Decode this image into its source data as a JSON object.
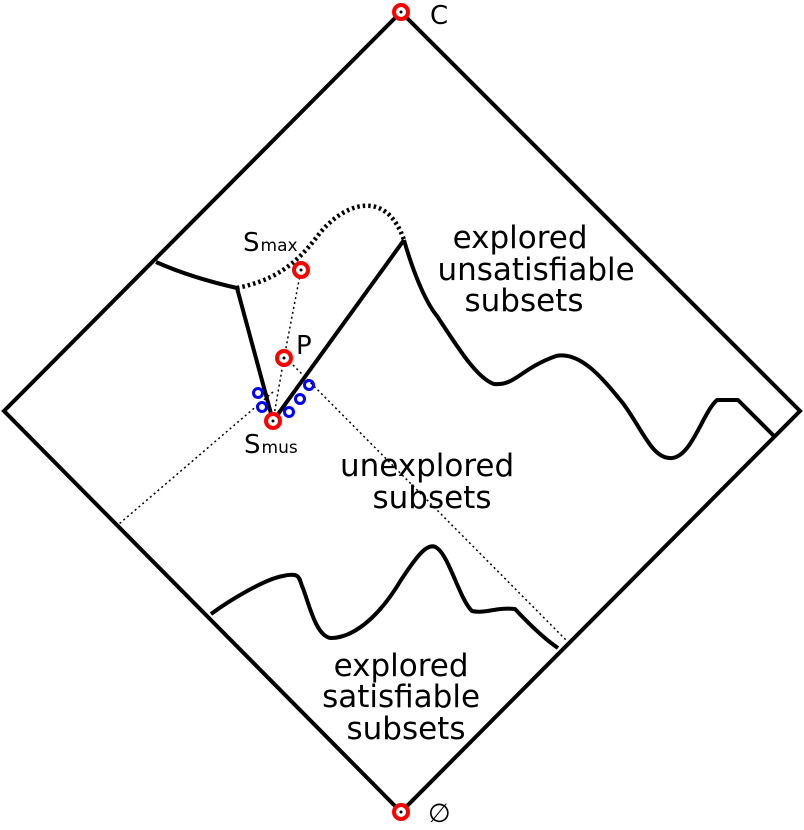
{
  "diagram": {
    "nodes": {
      "top": {
        "label": "C"
      },
      "bottom": {
        "label": "∅"
      },
      "p": {
        "label": "P"
      },
      "s_max": {
        "label": "S",
        "subscript": "max"
      },
      "s_mus": {
        "label": "S",
        "subscript": "mus"
      }
    },
    "regions": {
      "unsat": {
        "lines": [
          "explored",
          "unsatisfiable",
          "subsets"
        ]
      },
      "unexplored": {
        "lines": [
          "unexplored",
          "subsets"
        ]
      },
      "sat": {
        "lines": [
          "explored",
          "satisfiable",
          "subsets"
        ]
      }
    },
    "colors": {
      "stroke": "#000000",
      "node_red": "#ff0000",
      "node_blue": "#0000ff",
      "background": "#ffffff"
    }
  }
}
